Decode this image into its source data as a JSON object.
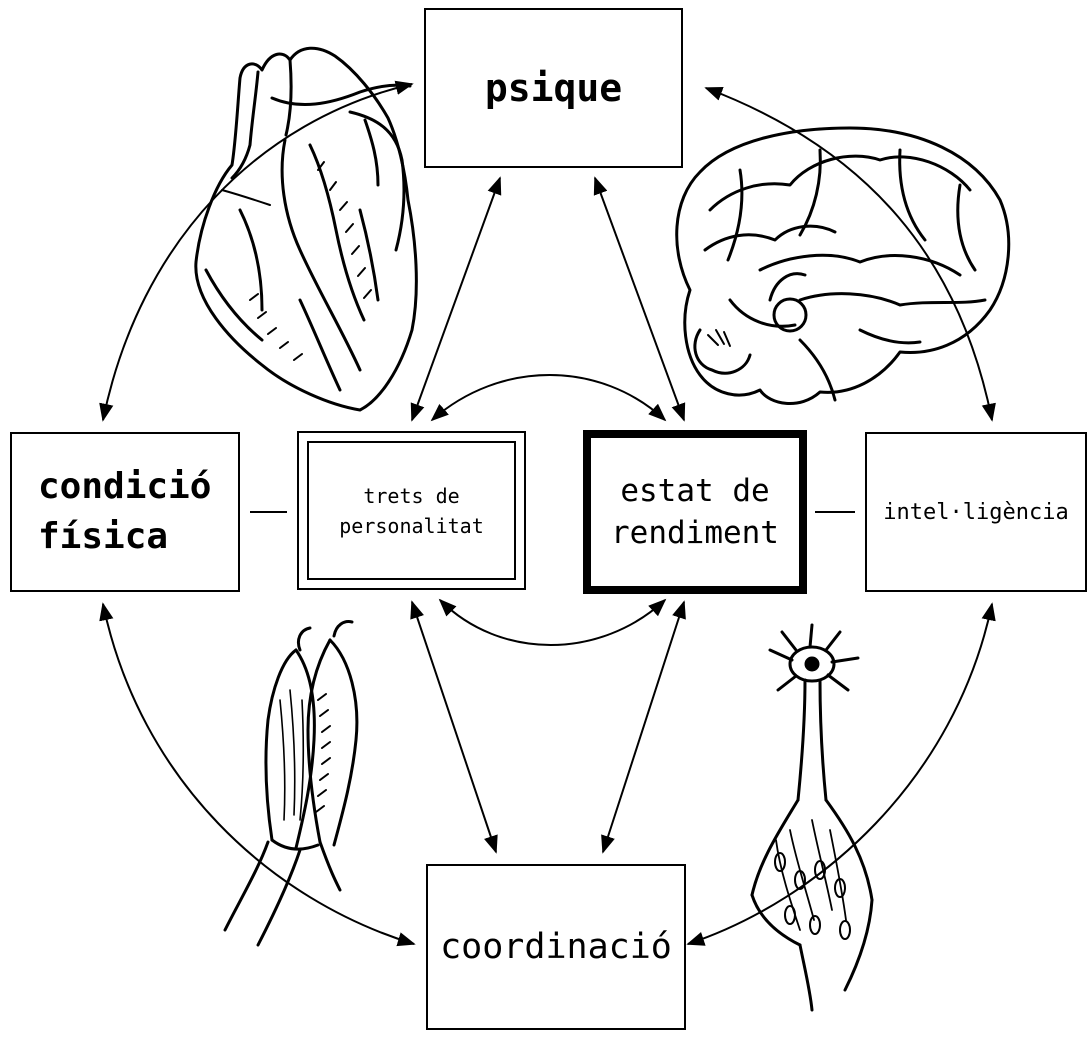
{
  "nodes": {
    "psique": "psique",
    "condicio_line1": "condició",
    "condicio_line2": "física",
    "trets_line1": "trets de",
    "trets_line2": "personalitat",
    "estat_line1": "estat de",
    "estat_line2": "rendiment",
    "intel": "intel·ligència",
    "coordinacio": "coordinació"
  },
  "illustrations": [
    "heart-illustration",
    "brain-illustration",
    "muscle-illustration",
    "neuron-illustration"
  ],
  "colors": {
    "stroke": "#000000",
    "background": "#ffffff"
  }
}
